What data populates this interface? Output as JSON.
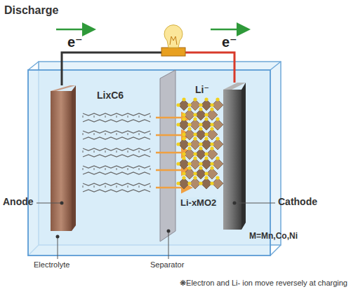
{
  "diagram": {
    "title": "Discharge",
    "caption": "❋Electron and Li- ion move reversely at charging",
    "labels": [
      "e⁻",
      "e⁻",
      "LixC6",
      "Li⁻",
      "Anode",
      "Li-xMO2",
      "Cathode",
      "M=Mn,Co,Ni",
      "Electrolyte",
      "Separator"
    ]
  }
}
